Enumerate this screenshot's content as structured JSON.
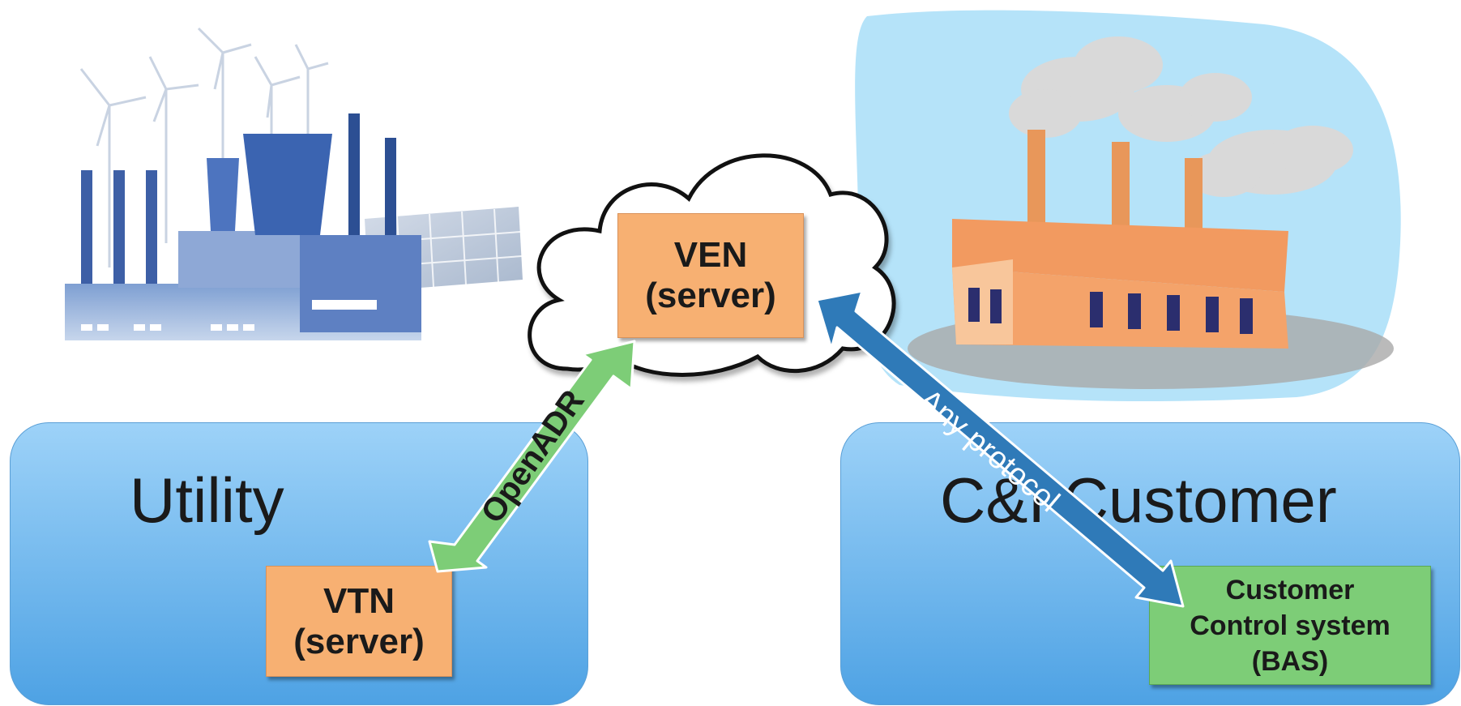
{
  "utility_box": {
    "label": "Utility"
  },
  "customer_box": {
    "label": "C&I Customer"
  },
  "ven": {
    "line1": "VEN",
    "line2": "(server)"
  },
  "vtn": {
    "line1": "VTN",
    "line2": "(server)"
  },
  "customer_control": {
    "line1": "Customer",
    "line2": "Control system",
    "line3": "(BAS)"
  },
  "openadr_arrow": {
    "label": "OpenADR",
    "color": "#7dcd77"
  },
  "protocol_arrow": {
    "label": "Any protocol",
    "color": "#2f7ab8"
  },
  "colors": {
    "box_top": "#9dd2f8",
    "box_bottom": "#4ea2e4",
    "node_orange": "#f7b072",
    "node_green": "#7dcd77",
    "sky": "#b5e3f9"
  }
}
